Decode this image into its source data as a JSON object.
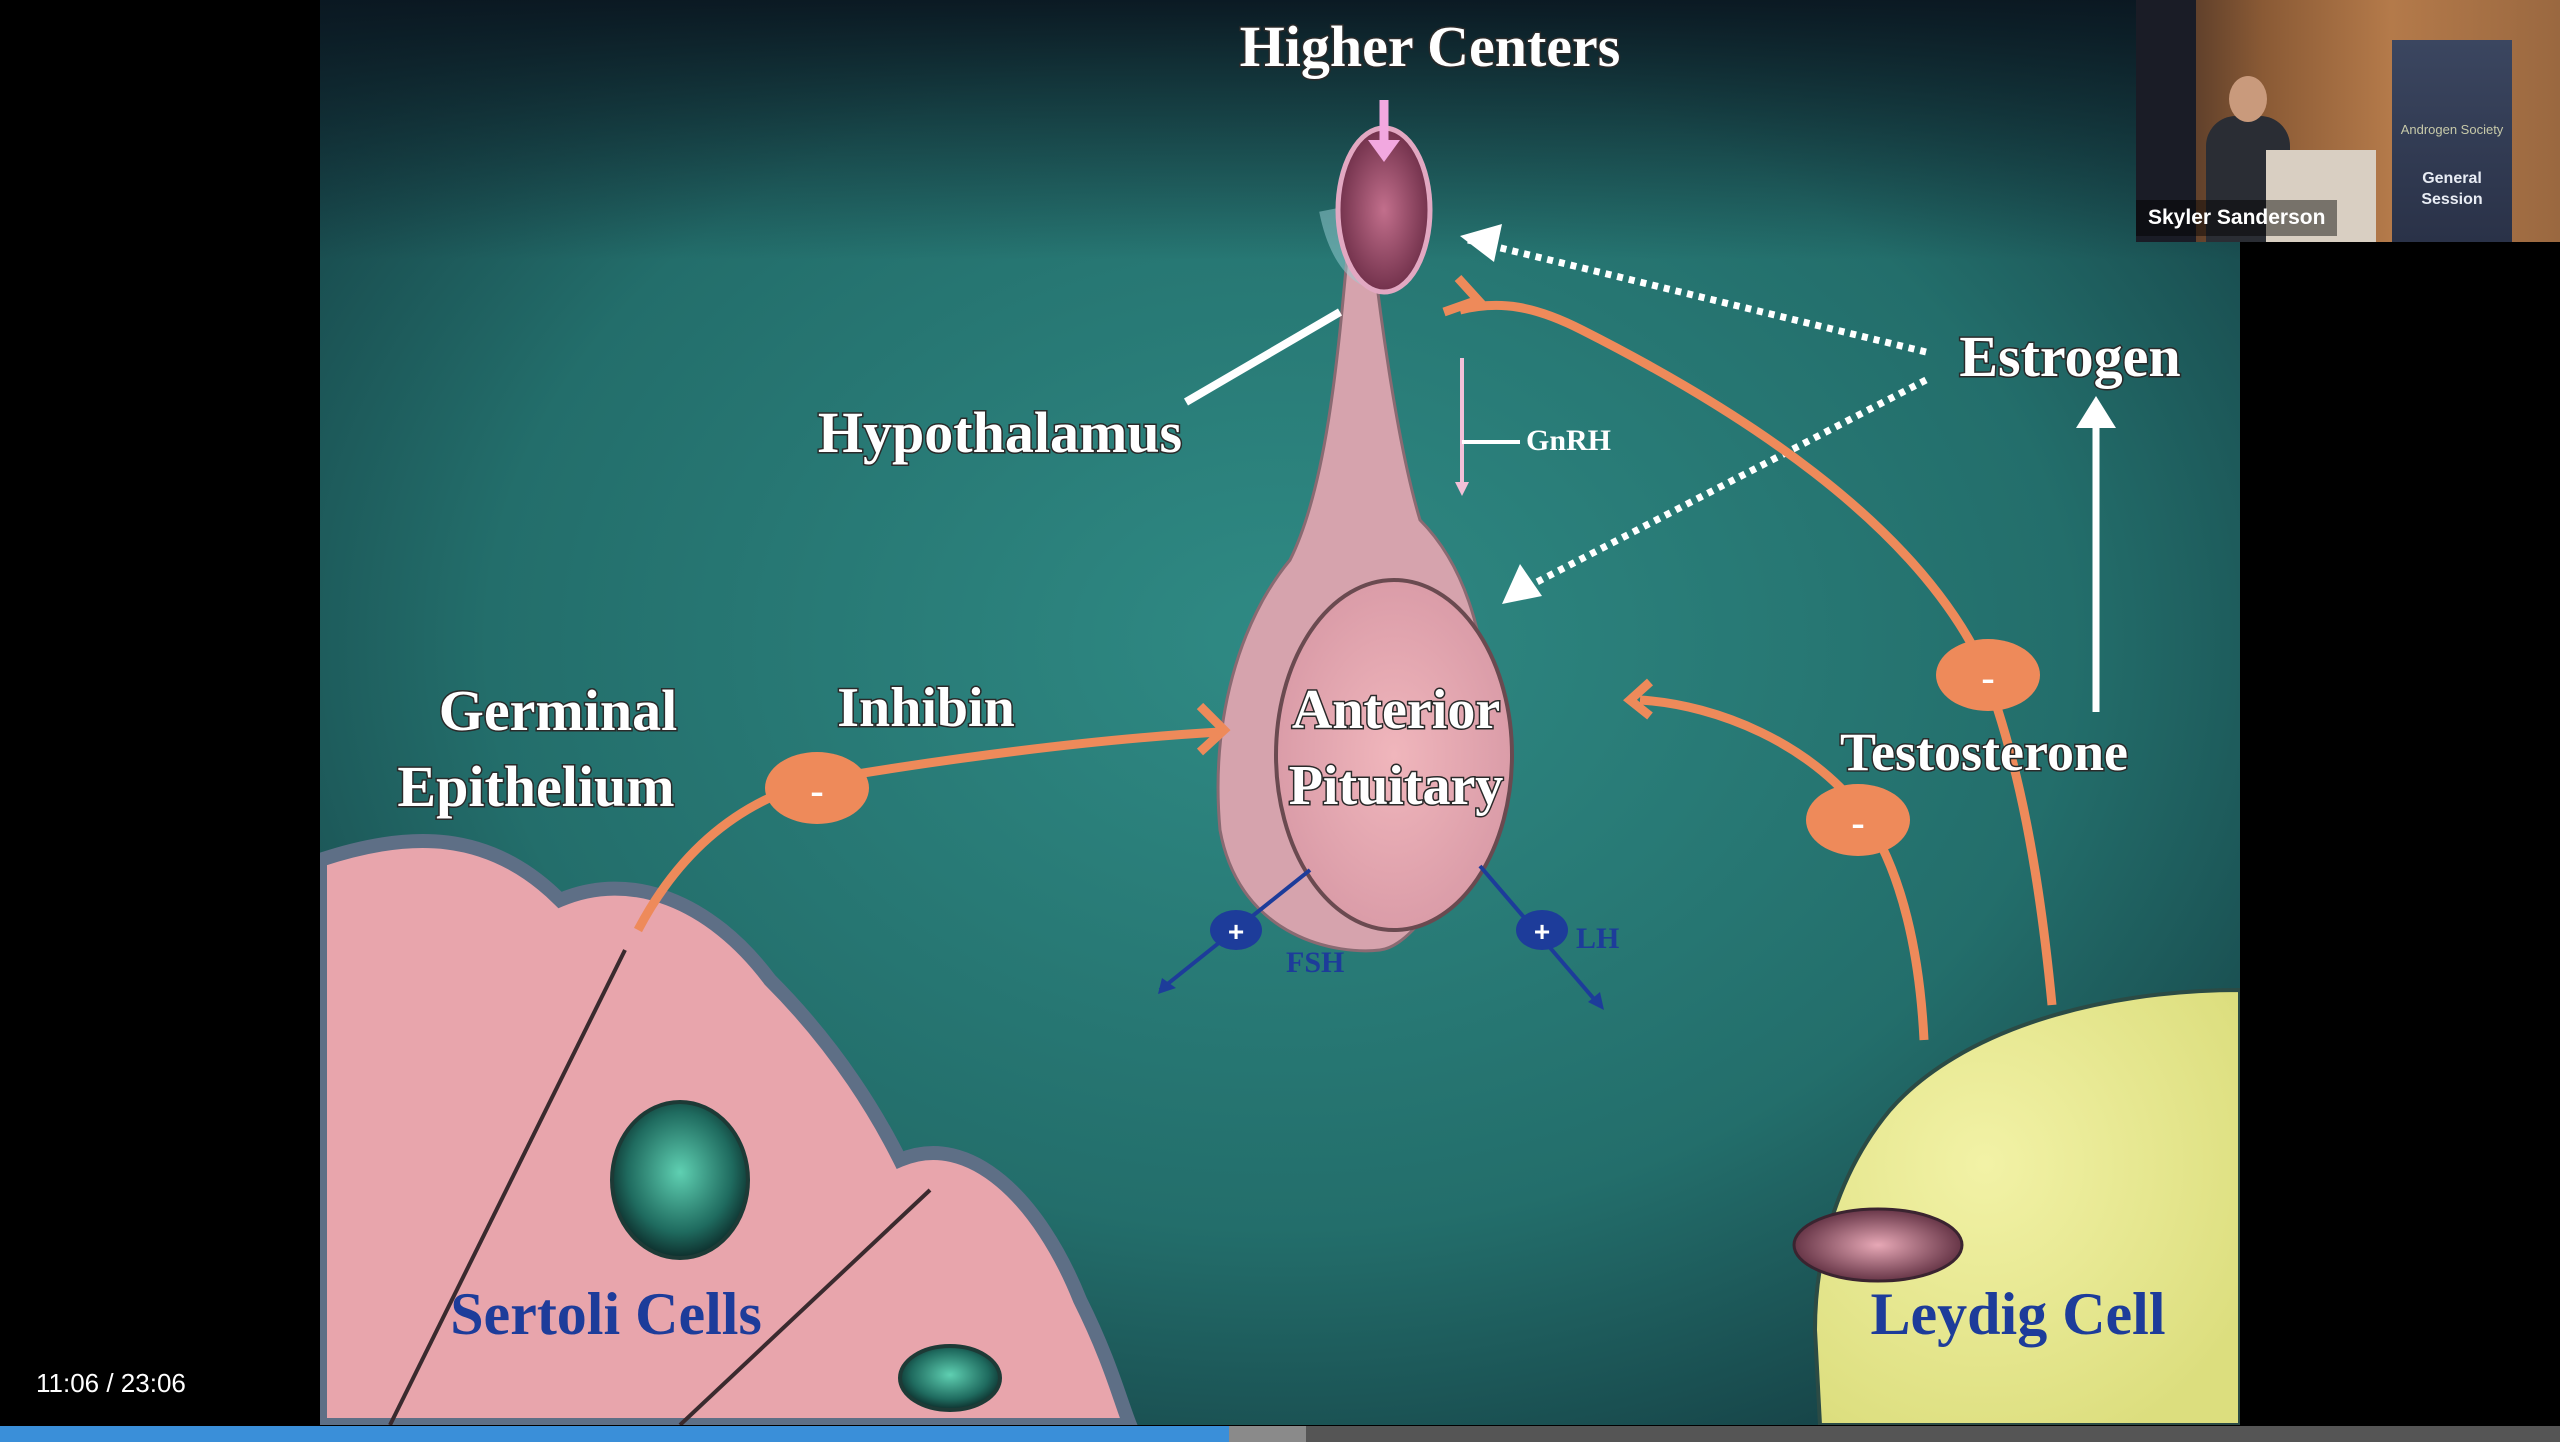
{
  "slide": {
    "higher_centers": "Higher Centers",
    "hypothalamus": "Hypothalamus",
    "gnrh": "GnRH",
    "estrogen": "Estrogen",
    "anterior": "Anterior",
    "pituitary": "Pituitary",
    "germinal": "Germinal",
    "epithelium": "Epithelium",
    "inhibin": "Inhibin",
    "testosterone": "Testosterone",
    "fsh": "FSH",
    "lh": "LH",
    "sertoli_cells": "Sertoli Cells",
    "leydig_cell": "Leydig Cell",
    "minus": "-",
    "plus": "+"
  },
  "speaker": {
    "name": "Skyler Sanderson",
    "banner_logo": "Androgen Society",
    "banner_text_line1": "General",
    "banner_text_line2": "Session"
  },
  "player": {
    "time_display": "11:06 / 23:06",
    "progress_fraction": 0.48,
    "buffered_fraction": 0.51,
    "progress_color": "#3a8fd9"
  }
}
